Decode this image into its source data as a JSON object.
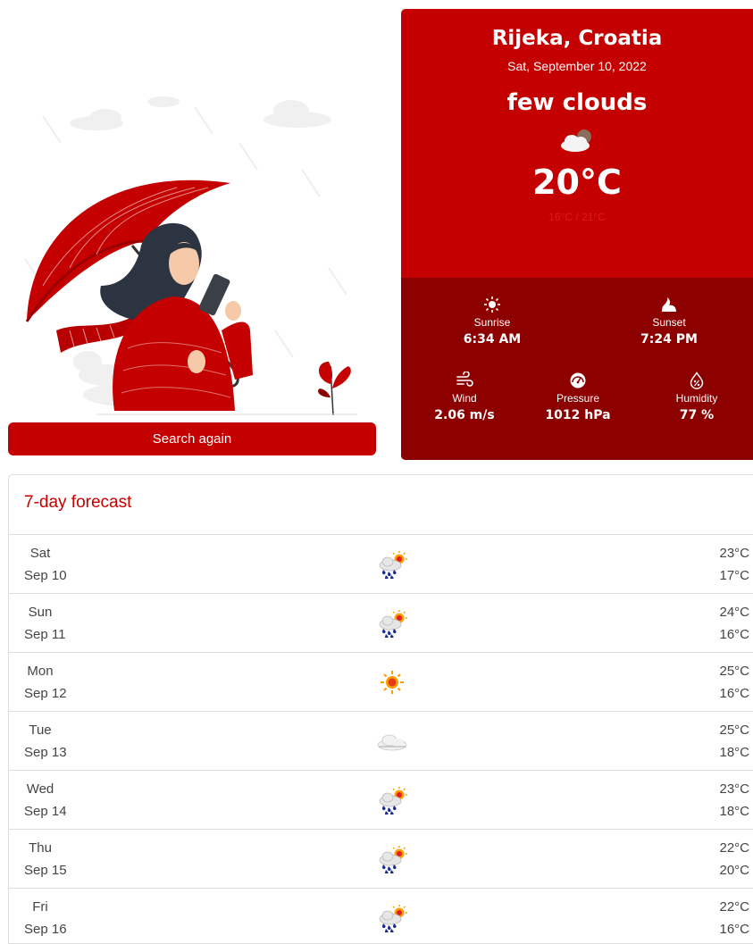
{
  "actions": {
    "search_again_label": "Search again"
  },
  "current": {
    "city": "Rijeka, Croatia",
    "date": "Sat, September 10, 2022",
    "description": "few clouds",
    "icon": "few-clouds-icon",
    "temperature": "20°C",
    "range": "16°C / 21°C",
    "stats": {
      "sunrise": {
        "label": "Sunrise",
        "value": "6:34 AM",
        "icon": "sun-icon"
      },
      "sunset": {
        "label": "Sunset",
        "value": "7:24 PM",
        "icon": "sunset-icon"
      },
      "wind": {
        "label": "Wind",
        "value": "2.06 m/s",
        "icon": "wind-icon"
      },
      "pressure": {
        "label": "Pressure",
        "value": "1012 hPa",
        "icon": "gauge-icon"
      },
      "humidity": {
        "label": "Humidity",
        "value": "77 %",
        "icon": "humidity-icon"
      }
    }
  },
  "forecast": {
    "title": "7-day forecast",
    "days": [
      {
        "day": "Sat",
        "date": "Sep 10",
        "icon": "rain-sun-icon",
        "max": "23°C",
        "min": "17°C"
      },
      {
        "day": "Sun",
        "date": "Sep 11",
        "icon": "rain-sun-icon",
        "max": "24°C",
        "min": "16°C"
      },
      {
        "day": "Mon",
        "date": "Sep 12",
        "icon": "sun-icon",
        "max": "25°C",
        "min": "16°C"
      },
      {
        "day": "Tue",
        "date": "Sep 13",
        "icon": "cloud-icon",
        "max": "25°C",
        "min": "18°C"
      },
      {
        "day": "Wed",
        "date": "Sep 14",
        "icon": "rain-sun-icon",
        "max": "23°C",
        "min": "18°C"
      },
      {
        "day": "Thu",
        "date": "Sep 15",
        "icon": "rain-sun-icon",
        "max": "22°C",
        "min": "20°C"
      },
      {
        "day": "Fri",
        "date": "Sep 16",
        "icon": "rain-sun-icon",
        "max": "22°C",
        "min": "16°C"
      }
    ]
  },
  "colors": {
    "accent": "#c40000",
    "accent_dark": "#8d0000",
    "border": "#dedede"
  }
}
